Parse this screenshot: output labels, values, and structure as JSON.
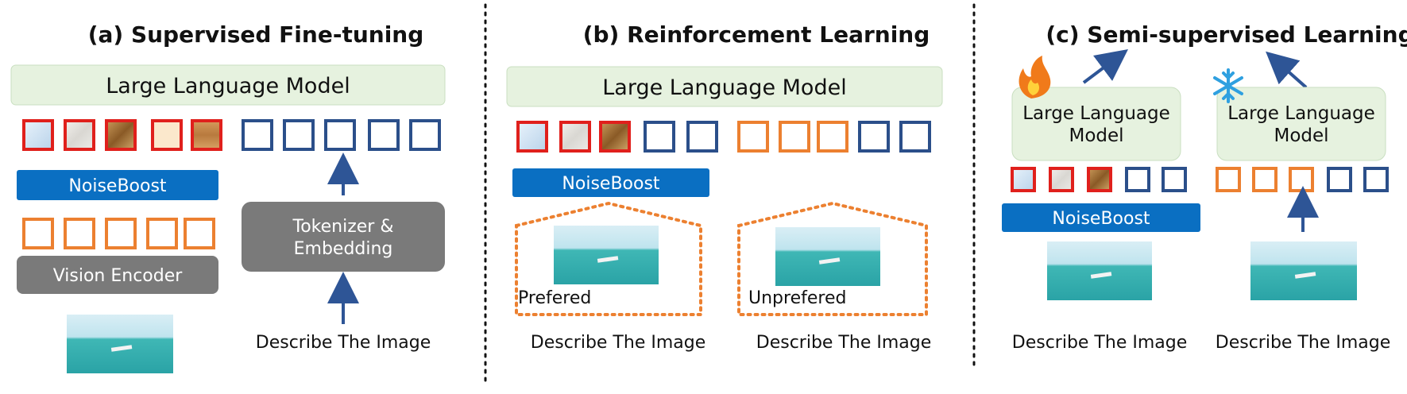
{
  "panels": {
    "a": {
      "title": "(a)  Supervised Fine-tuning",
      "llm": "Large Language Model",
      "noiseboost": "NoiseBoost",
      "vision_encoder": "Vision Encoder",
      "tokenizer_line1": "Tokenizer &",
      "tokenizer_line2": "Embedding",
      "caption": "Describe The Image"
    },
    "b": {
      "title": "(b)  Reinforcement Learning",
      "llm": "Large Language Model",
      "noiseboost": "NoiseBoost",
      "preferred": "Prefered",
      "unpreferred": "Unprefered",
      "caption_left": "Describe The Image",
      "caption_right": "Describe The Image"
    },
    "c": {
      "title": "(c)  Semi-supervised Learning",
      "llm_left_line1": "Large Language",
      "llm_left_line2": "Model",
      "llm_right_line1": "Large Language",
      "llm_right_line2": "Model",
      "noiseboost": "NoiseBoost",
      "caption_left": "Describe The Image",
      "caption_right": "Describe The Image",
      "icon_left": "fire-icon",
      "icon_right": "snowflake-icon"
    }
  },
  "colors": {
    "llm_fill": "#e6f2df",
    "noiseboost_fill": "#0a6fc2",
    "gray_fill": "#7a7a7a",
    "red_token": "#e0201c",
    "blue_token": "#2b4f8a",
    "orange_token": "#ec8030",
    "arrow": "#2e5596"
  }
}
